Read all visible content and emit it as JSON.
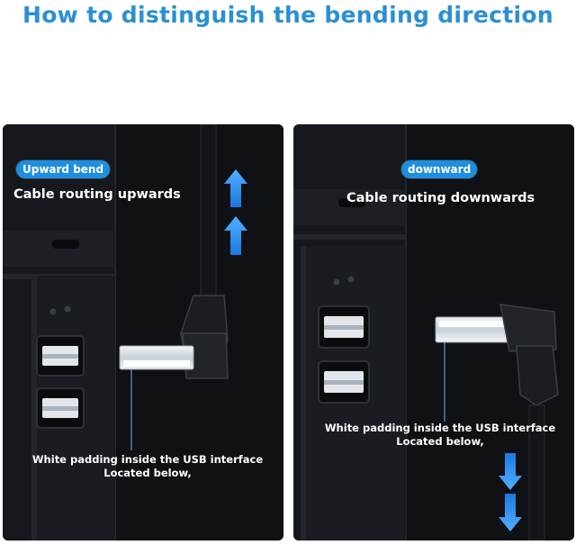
{
  "title": "How to distinguish the bending direction",
  "panels": {
    "upward": {
      "badge": "Upward bend",
      "routing": "Cable routing upwards",
      "note_line1": "White padding inside the USB interface",
      "note_line2": "Located below,"
    },
    "downward": {
      "badge": "downward",
      "routing": "Cable routing downwards",
      "note_line1": "White padding inside the USB interface",
      "note_line2": "Located below,"
    }
  },
  "colors": {
    "title": "#2a8fd4",
    "badge": "#1e8ee0",
    "arrow": "#2f8ff0"
  },
  "icons": [
    "arrow-up-icon",
    "arrow-down-icon"
  ]
}
